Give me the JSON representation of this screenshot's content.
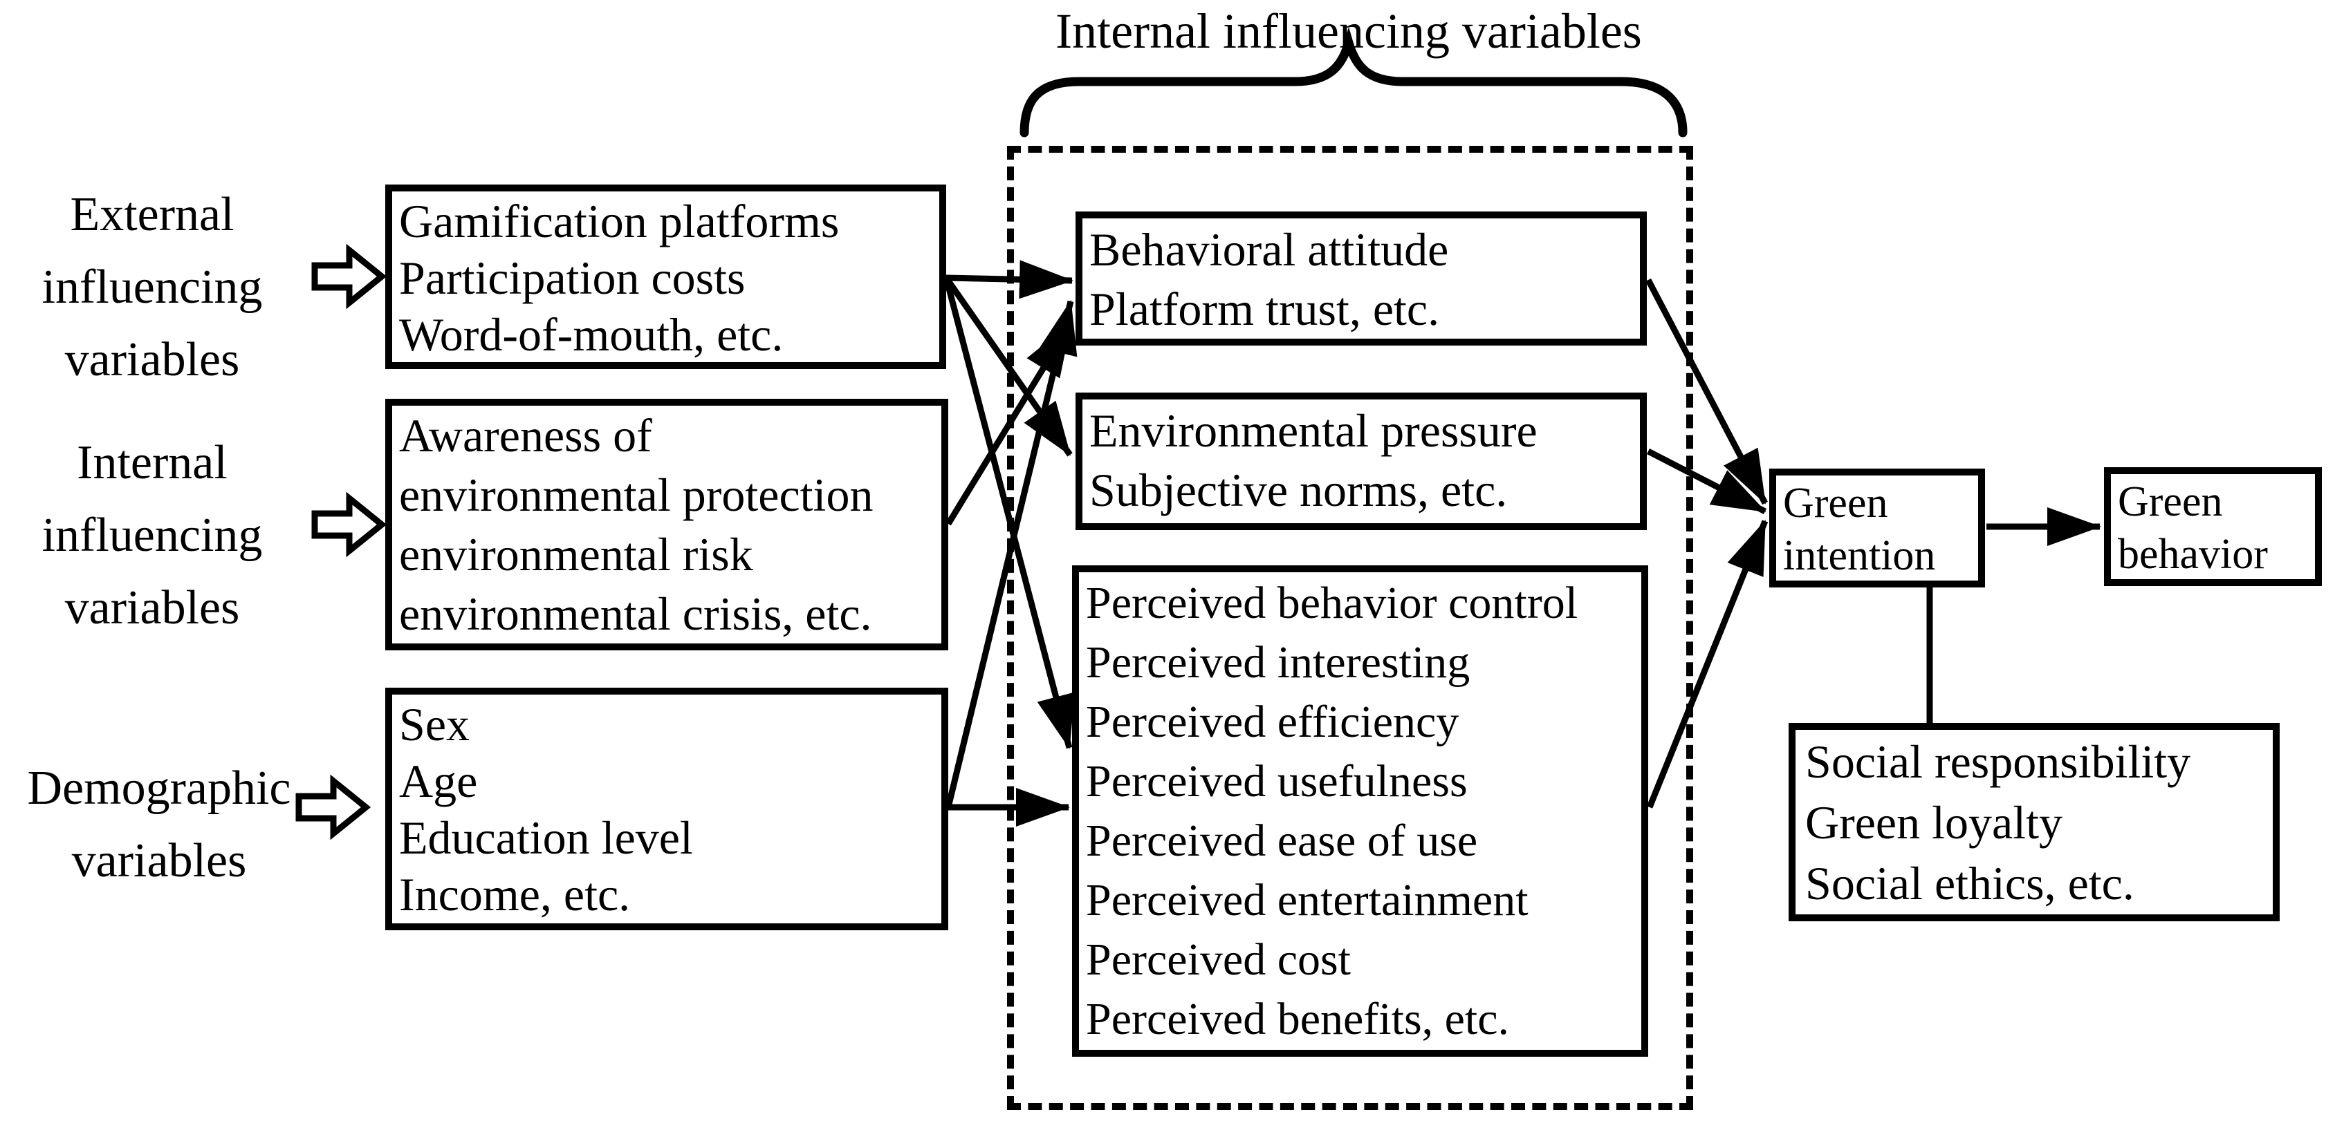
{
  "title": "Internal influencing variables",
  "colors": {
    "ink": "#000000",
    "background": "#ffffff"
  },
  "left_labels": [
    {
      "id": "external",
      "text": "External\ninfluencing\nvariables"
    },
    {
      "id": "internal",
      "text": "Internal\ninfluencing\nvariables"
    },
    {
      "id": "demographic",
      "text": "Demographic\nvariables"
    }
  ],
  "left_boxes": [
    {
      "id": "external-factors",
      "text": "Gamification platforms\nParticipation costs\nWord-of-mouth, etc."
    },
    {
      "id": "internal-factors",
      "text": "Awareness of\nenvironmental protection\nenvironmental risk\nenvironmental crisis, etc."
    },
    {
      "id": "demographic-factors",
      "text": "Sex\nAge\nEducation level\nIncome, etc."
    }
  ],
  "middle_boxes": [
    {
      "id": "behavioral-attitude",
      "text": "Behavioral attitude\nPlatform trust, etc."
    },
    {
      "id": "environmental-pressure",
      "text": "Environmental pressure\nSubjective norms, etc."
    },
    {
      "id": "perceived-factors",
      "text": "Perceived behavior control\nPerceived interesting\nPerceived efficiency\nPerceived usefulness\nPerceived ease of use\nPerceived entertainment\nPerceived cost\nPerceived benefits, etc."
    }
  ],
  "outcome_boxes": [
    {
      "id": "green-intention",
      "text": "Green\nintention"
    },
    {
      "id": "green-behavior",
      "text": "Green\nbehavior"
    }
  ],
  "moderator_box": {
    "id": "moderators",
    "text": "Social responsibility\nGreen loyalty\nSocial ethics, etc."
  },
  "edges": [
    {
      "from": "external-factors",
      "to": "behavioral-attitude"
    },
    {
      "from": "external-factors",
      "to": "environmental-pressure"
    },
    {
      "from": "external-factors",
      "to": "perceived-factors"
    },
    {
      "from": "internal-factors",
      "to": "behavioral-attitude"
    },
    {
      "from": "demographic-factors",
      "to": "behavioral-attitude"
    },
    {
      "from": "demographic-factors",
      "to": "perceived-factors"
    },
    {
      "from": "behavioral-attitude",
      "to": "green-intention"
    },
    {
      "from": "environmental-pressure",
      "to": "green-intention"
    },
    {
      "from": "perceived-factors",
      "to": "green-intention"
    },
    {
      "from": "green-intention",
      "to": "green-behavior"
    },
    {
      "from": "moderators",
      "to": "green-intention→green-behavior link"
    }
  ]
}
